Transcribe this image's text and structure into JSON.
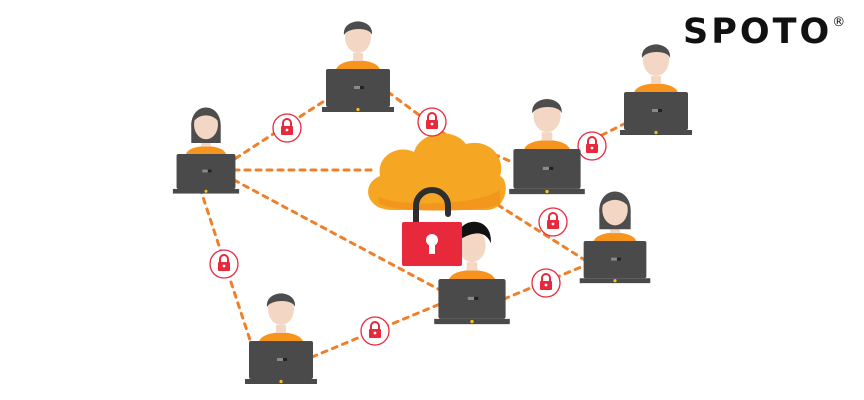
{
  "brand": {
    "name": "SPOTO",
    "mark": "®"
  },
  "colors": {
    "connection": "#f07f2a",
    "lock_red": "#e8283b",
    "cloud": "#f5a623",
    "laptop": "#4a4a4a",
    "shirt": "#f7941d",
    "skin": "#f3d6c4",
    "hair": "#4d4d4d"
  },
  "nodes": [
    {
      "name": "user-top-center",
      "hair": "dark"
    },
    {
      "name": "user-left-female",
      "hair": "dark-long"
    },
    {
      "name": "user-right-center",
      "hair": "dark"
    },
    {
      "name": "user-top-right",
      "hair": "dark"
    },
    {
      "name": "user-right-female",
      "hair": "dark-long"
    },
    {
      "name": "user-center-bottom",
      "hair": "black"
    },
    {
      "name": "user-bottom-left",
      "hair": "dark"
    }
  ],
  "icons": {
    "cloud": "cloud-icon",
    "open_lock": "open-padlock-icon",
    "small_lock": "padlock-icon"
  }
}
